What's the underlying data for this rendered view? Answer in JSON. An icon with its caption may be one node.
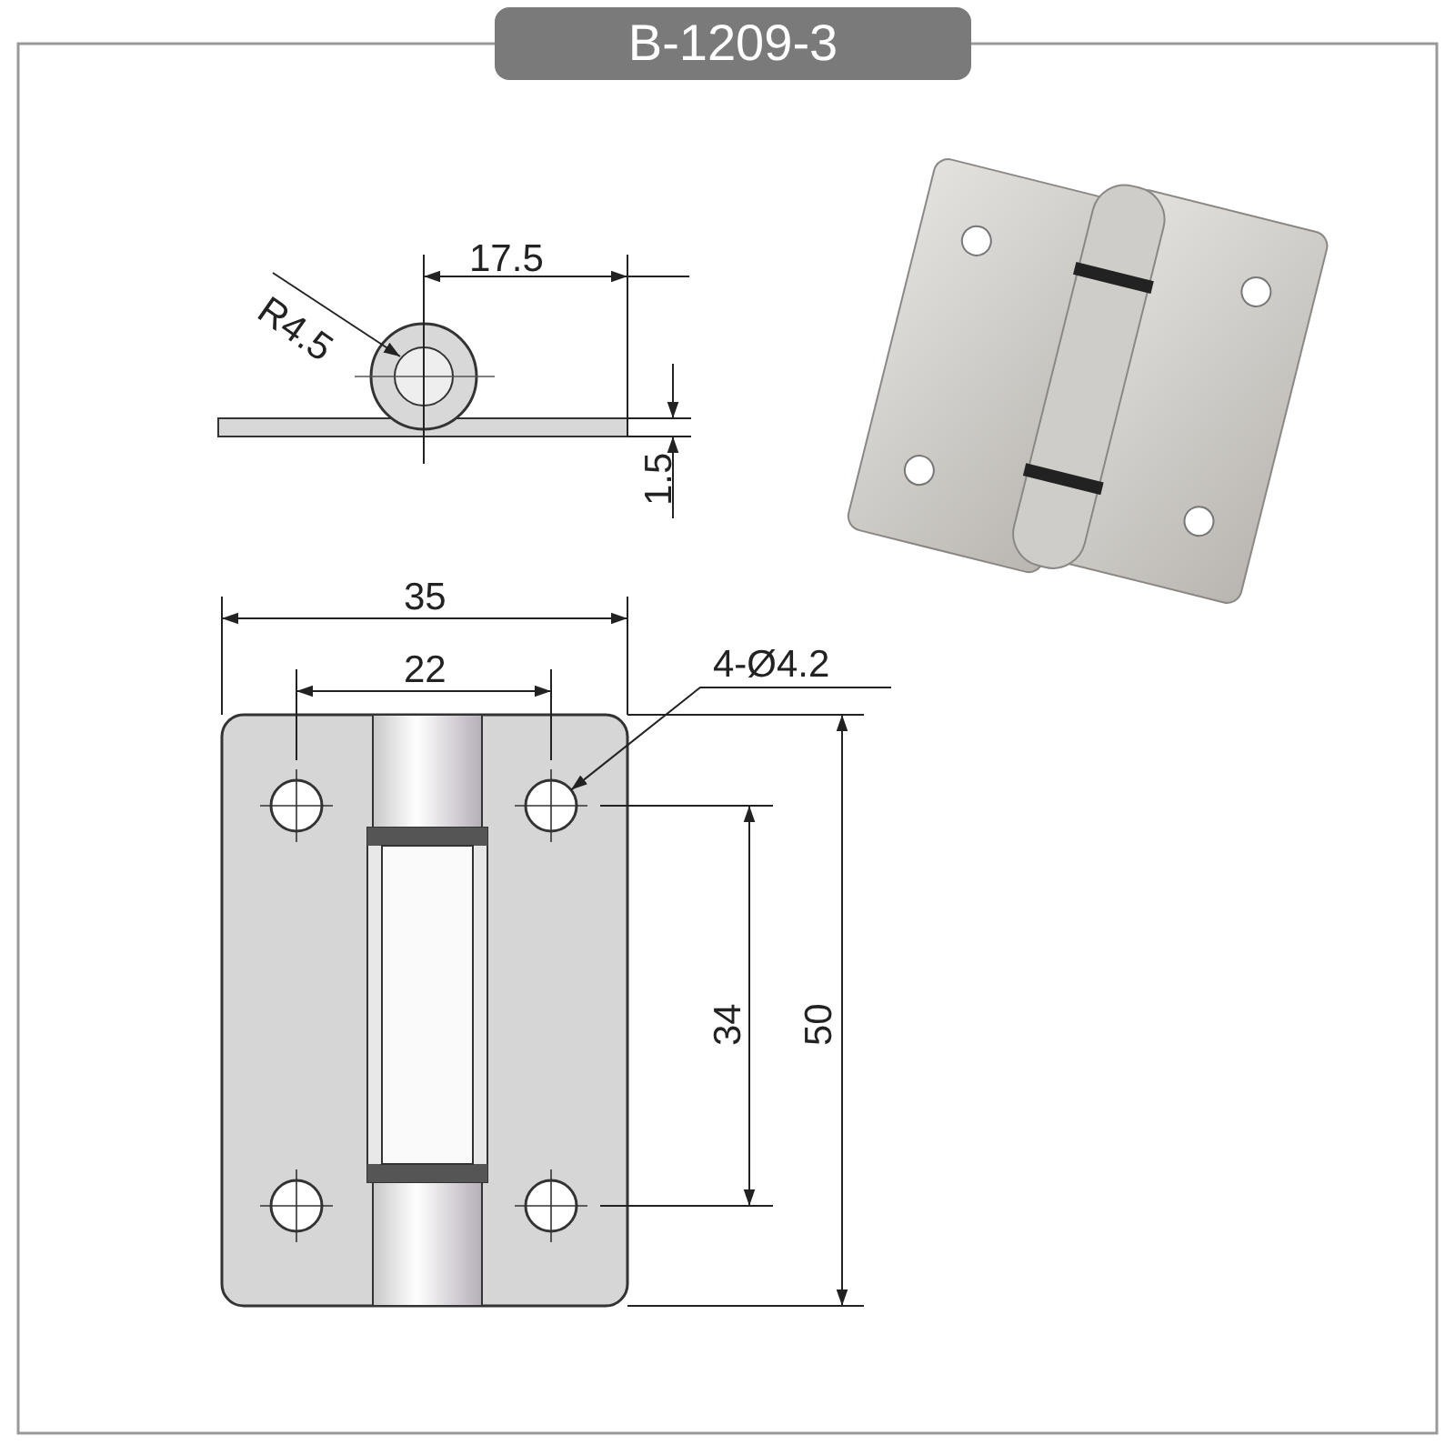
{
  "diagram": {
    "title": "B-1209-3",
    "nodes": [
      {
        "text": [
          "4-Ø4.2"
        ]
      },
      {
        "text": [],
        "shape": "circle"
      },
      {
        "text": [],
        "shape": "circle"
      },
      {
        "text": [],
        "shape": "circle"
      },
      {
        "text": [],
        "shape": "circle"
      }
    ],
    "edges": [
      {
        "from": 0,
        "to": 2,
        "arrow": "to"
      }
    ],
    "labels": [
      "17.5",
      "R4.5",
      "1.5",
      "35",
      "22",
      "34",
      "50"
    ]
  }
}
